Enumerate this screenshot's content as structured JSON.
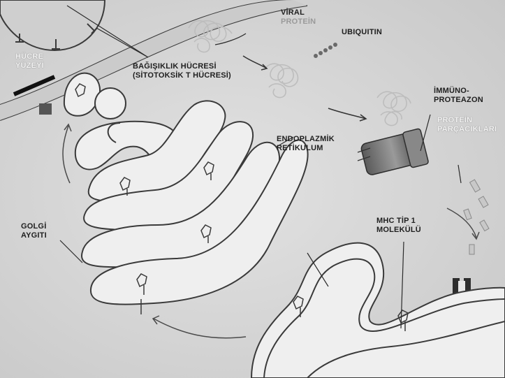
{
  "labels": {
    "cell_surface": [
      "HÜCRE",
      "YÜZEYİ"
    ],
    "immune_cell": [
      "BAĞIŞIKLIK HÜCRESİ",
      "(SİTOTOKSİK T HÜCRESİ)"
    ],
    "viral_protein": [
      "VİRAL",
      "PROTEİN"
    ],
    "ubiquitin": "UBIQUITIN",
    "immunoproteasome": [
      "İMMÜNO-",
      "PROTEAZON"
    ],
    "protein_fragments": [
      "PROTEİN",
      "PARÇACIKLARI"
    ],
    "endoplasmic_reticulum": [
      "ENDOPLAZMİK",
      "RETİKULUM"
    ],
    "golgi": [
      "GOLGİ",
      "AYGITI"
    ],
    "mhc": [
      "MHC TİP 1",
      "MOLEKÜLÜ"
    ]
  },
  "colors": {
    "background": "#d9d9d9",
    "membrane": "#3a3a3a",
    "lumen": "#efefef",
    "label": "#1f1f1f"
  }
}
